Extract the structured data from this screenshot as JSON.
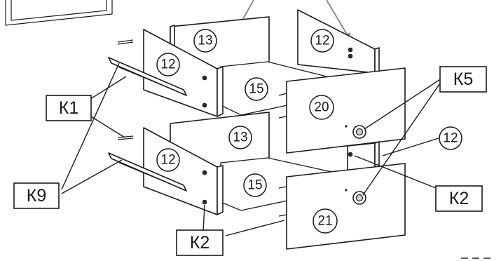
{
  "part_numbers": {
    "side_panel": "12",
    "back_panel": "13",
    "drawer_bottom": "15",
    "front_upper": "20",
    "front_lower": "21"
  },
  "hardware_labels": {
    "k1": "К1",
    "k9": "К9",
    "k5": "К5",
    "k2": "К2"
  }
}
